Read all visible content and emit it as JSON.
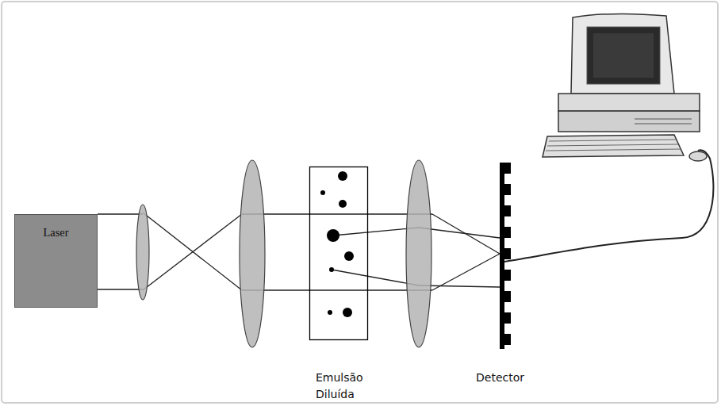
{
  "diagram": {
    "nodes": [
      {
        "text": [
          "Laser"
        ]
      },
      {
        "text": [
          "Emulsão Diluída"
        ]
      },
      {
        "text": [
          "Detector"
        ]
      }
    ]
  }
}
